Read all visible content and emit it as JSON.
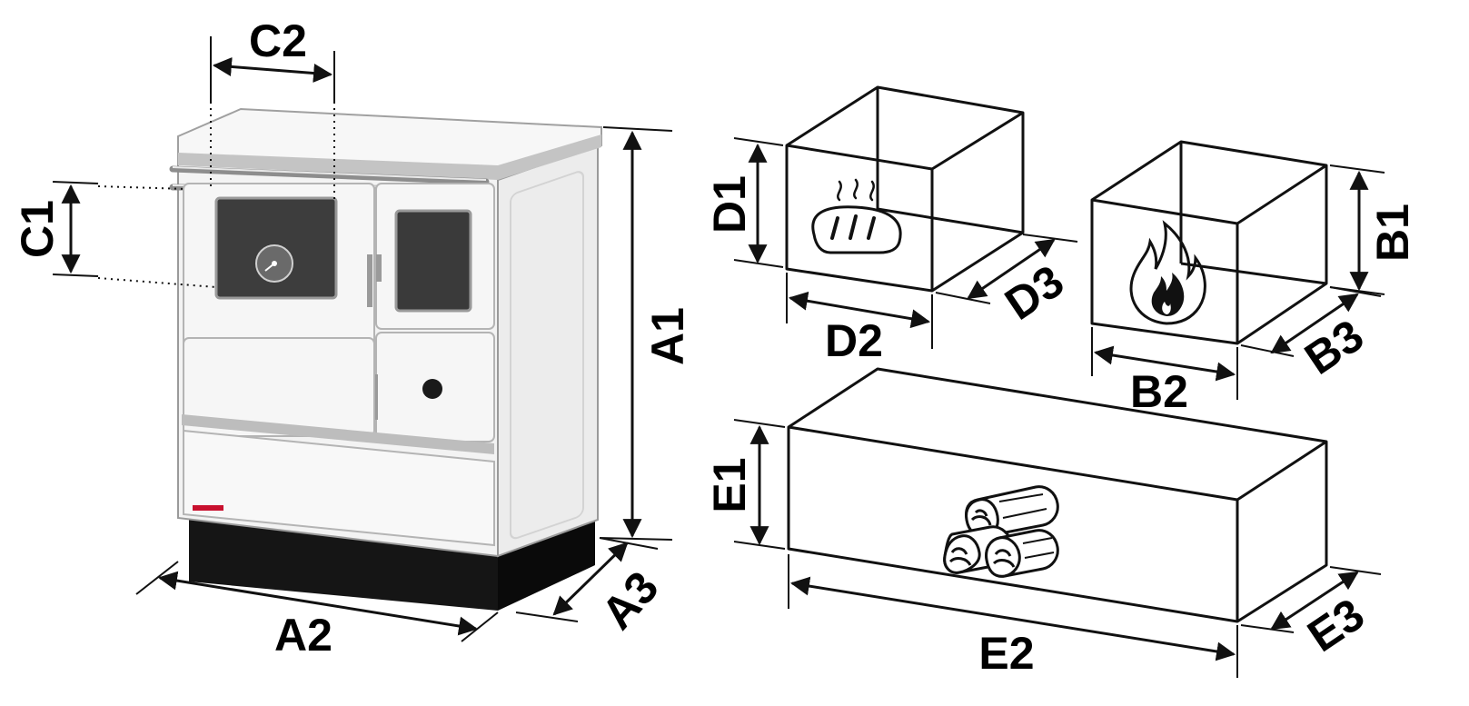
{
  "labels": {
    "a1": "A1",
    "a2": "A2",
    "a3": "A3",
    "b1": "B1",
    "b2": "B2",
    "b3": "B3",
    "c1": "C1",
    "c2": "C2",
    "d1": "D1",
    "d2": "D2",
    "d3": "D3",
    "e1": "E1",
    "e2": "E2",
    "e3": "E3"
  },
  "icons": {
    "oven": "bread-icon",
    "firebox": "flame-icon",
    "wood_drawer": "firewood-logs-icon"
  },
  "colors": {
    "stove_body": "#f4f4f4",
    "stove_base": "#151515",
    "line": "#111111",
    "brand_badge": "#c8102e"
  }
}
